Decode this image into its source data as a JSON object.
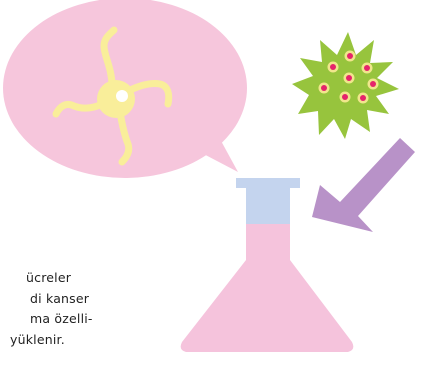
{
  "caption": {
    "lines": [
      "ücreler",
      "di kanser",
      "ma özelli-",
      "yüklenir."
    ]
  },
  "colors": {
    "bubble": "#f6c6dc",
    "cell": "#f9ee9a",
    "cell_nucleus": "#ffffff",
    "spiky_cell": "#97c43d",
    "spiky_dot": "#f0e68c",
    "spiky_dot_center": "#e5246b",
    "flask_neck": "#c4d4ee",
    "flask_body": "#f5c3dc",
    "arrow": "#b892c8"
  },
  "icons": {
    "cell": "stem-cell-icon",
    "spiky": "cancer-cell-icon",
    "flask": "flask-icon",
    "arrow": "arrow-icon"
  }
}
